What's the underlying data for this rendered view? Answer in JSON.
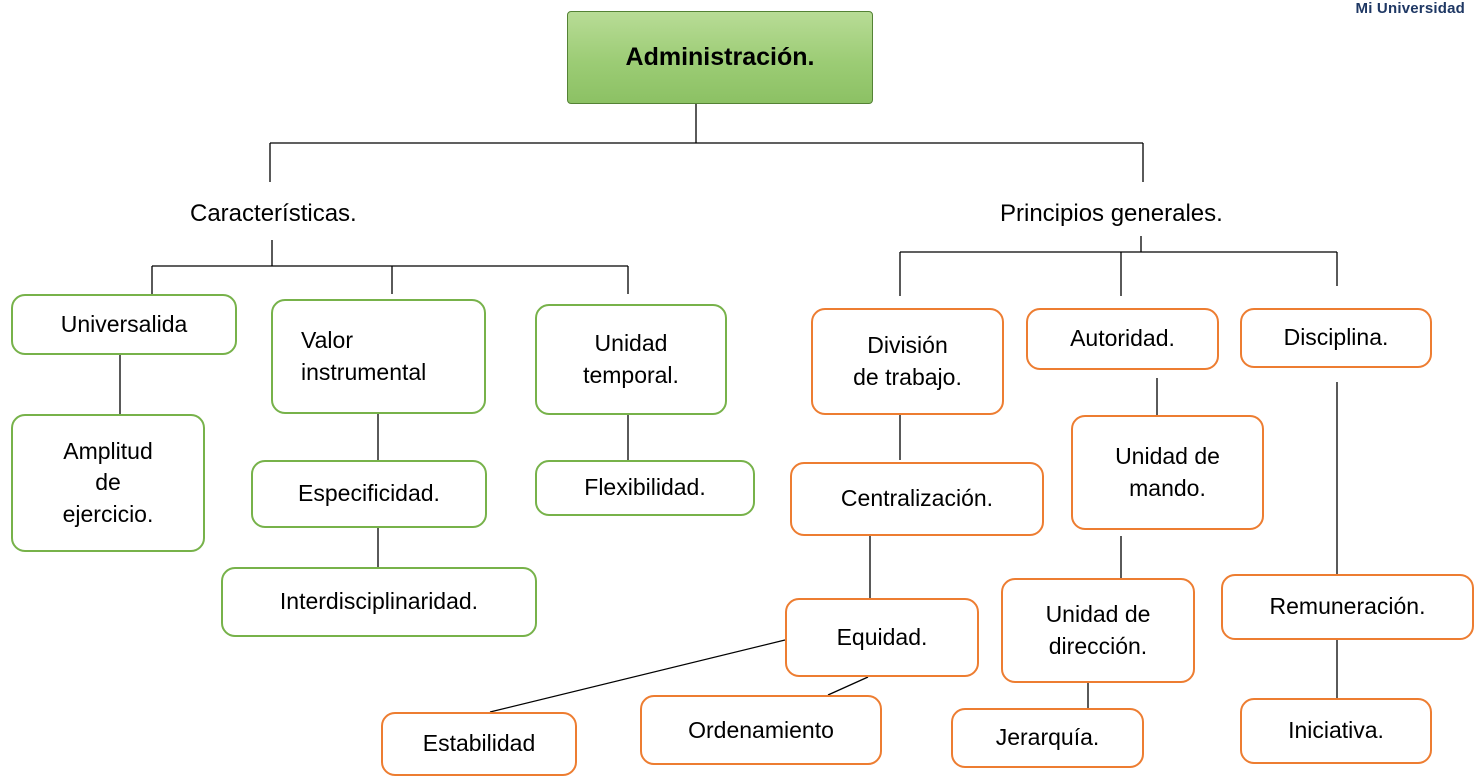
{
  "watermark": "Mi Universidad",
  "root": "Administración.",
  "branches": {
    "left": "Características.",
    "right": "Principios generales."
  },
  "characteristics": {
    "universalidad": "Universalida",
    "amplitud": "Amplitud\nde\nejercicio.",
    "valor": "Valor\ninstrumental",
    "especificidad": "Especificidad.",
    "interdisciplinaridad": "Interdisciplinaridad.",
    "unidad_temporal": "Unidad\ntemporal.",
    "flexibilidad": "Flexibilidad."
  },
  "principles": {
    "division": "División\nde trabajo.",
    "centralizacion": "Centralización.",
    "equidad": "Equidad.",
    "estabilidad": "Estabilidad",
    "ordenamiento": "Ordenamiento",
    "autoridad": "Autoridad.",
    "unidad_mando": "Unidad de\nmando.",
    "unidad_direccion": "Unidad de\ndirección.",
    "jerarquia": "Jerarquía.",
    "disciplina": "Disciplina.",
    "remuneracion": "Remuneración.",
    "iniciativa": "Iniciativa."
  },
  "colors": {
    "root_fill": "#9ccc75",
    "characteristics_border": "#77b24a",
    "principles_border": "#ed7d31",
    "connector": "#000000",
    "watermark": "#1f3864"
  }
}
